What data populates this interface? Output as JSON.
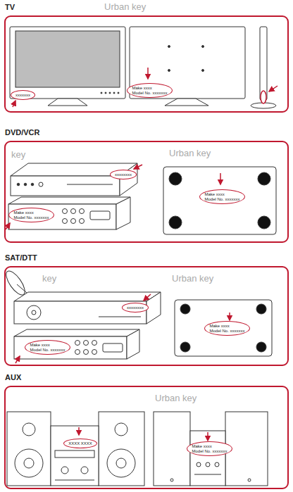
{
  "diagram": {
    "nodes": [
      {
        "text": [
          "TV"
        ]
      },
      {
        "text": [
          "xxxxxxx"
        ],
        "in": 0
      },
      {
        "text": [
          "Make xxxx",
          "Model No. xxxxxxx"
        ],
        "in": 0
      },
      {
        "text": [
          "DVD/VCR"
        ]
      },
      {
        "text": [
          "xxxxxxxx"
        ],
        "in": 3
      },
      {
        "text": [
          "Make xxxx",
          "Model No. xxxxxxx"
        ],
        "in": 3
      },
      {
        "text": [
          "Make xxxx",
          "Model No. xxxxxxx"
        ],
        "in": 3
      },
      {
        "text": [
          "SAT/DTT"
        ]
      },
      {
        "text": [
          "xxxxxxxx"
        ],
        "in": 7
      },
      {
        "text": [
          "Make xxxx",
          "Model No. xxxxxxx"
        ],
        "in": 7
      },
      {
        "text": [
          "Make xxxx",
          "Model No. xxxxxxx"
        ],
        "in": 7
      },
      {
        "text": [
          "AUX"
        ]
      },
      {
        "text": [
          "XXXX XXXX"
        ],
        "in": 11
      },
      {
        "text": [
          "Make xxxx",
          "Model No. xxxxxxx"
        ],
        "in": 11
      }
    ],
    "labels": [
      "Urban key",
      "key",
      "Urban key",
      "Urban key",
      "key",
      "Urban key"
    ]
  }
}
